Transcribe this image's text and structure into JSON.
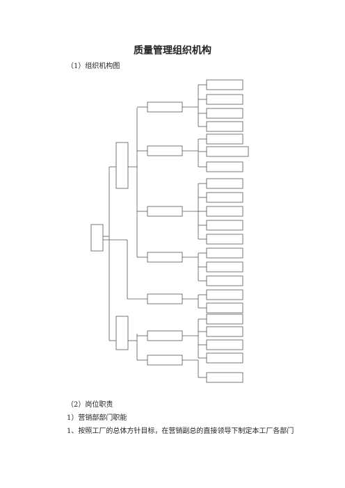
{
  "title": "质量管理组织机构",
  "section1": "（1）组织机构图",
  "section2": "（2）岗位职责",
  "sub1": "1）营销部部门职能",
  "item1": "1、按照工厂的总体方针目标，在营销副总的直接领导下制定本工厂各部门",
  "chart": {
    "root": "",
    "upper_group": "",
    "lower_group": "",
    "departments": [
      "",
      "",
      "",
      "",
      "",
      "",
      ""
    ],
    "leaves": [
      "",
      "",
      "",
      "",
      "",
      "",
      "",
      "",
      "",
      "",
      "",
      "",
      "",
      "",
      "",
      "",
      "",
      "",
      "",
      "",
      ""
    ]
  }
}
